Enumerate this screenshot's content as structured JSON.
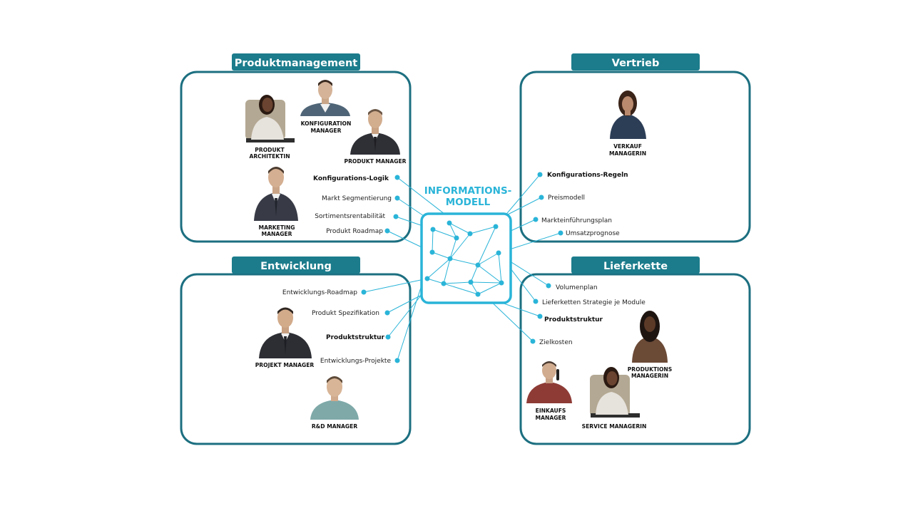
{
  "hub": {
    "title_line1": "INFORMATIONS-",
    "title_line2": "MODELL"
  },
  "sections": {
    "produktmanagement": {
      "title": "Produktmanagement",
      "roles": {
        "architektin_l1": "PRODUKT",
        "architektin_l2": "ARCHITEKTIN",
        "konfiguration_l1": "KONFIGURATION",
        "konfiguration_l2": "MANAGER",
        "produkt_manager": "PRODUKT MANAGER",
        "marketing_l1": "MARKETING",
        "marketing_l2": "MANAGER"
      },
      "items": [
        "Konfigurations-Logik",
        "Markt Segmentierung",
        "Sortimentsrentabilität",
        "Produkt Roadmap"
      ]
    },
    "vertrieb": {
      "title": "Vertrieb",
      "roles": {
        "verkauf_l1": "VERKAUF",
        "verkauf_l2": "MANAGERIN"
      },
      "items": [
        "Konfigurations-Regeln",
        "Preismodell",
        "Markteinführungsplan",
        "Umsatzprognose"
      ]
    },
    "entwicklung": {
      "title": "Entwicklung",
      "roles": {
        "projekt_manager": "PROJEKT MANAGER",
        "rd_manager": "R&D MANAGER"
      },
      "items": [
        "Entwicklungs-Roadmap",
        "Produkt Spezifikation",
        "Produktstruktur",
        "Entwicklungs-Projekte"
      ]
    },
    "lieferkette": {
      "title": "Lieferkette",
      "roles": {
        "produktion_l1": "PRODUKTIONS",
        "produktion_l2": "MANAGERIN",
        "einkauf_l1": "EINKAUFS",
        "einkauf_l2": "MANAGER",
        "service": "SERVICE MANAGERIN"
      },
      "items": [
        "Volumenplan",
        "Lieferketten Strategie je Module",
        "Produktstruktur",
        "Zielkosten"
      ]
    }
  }
}
